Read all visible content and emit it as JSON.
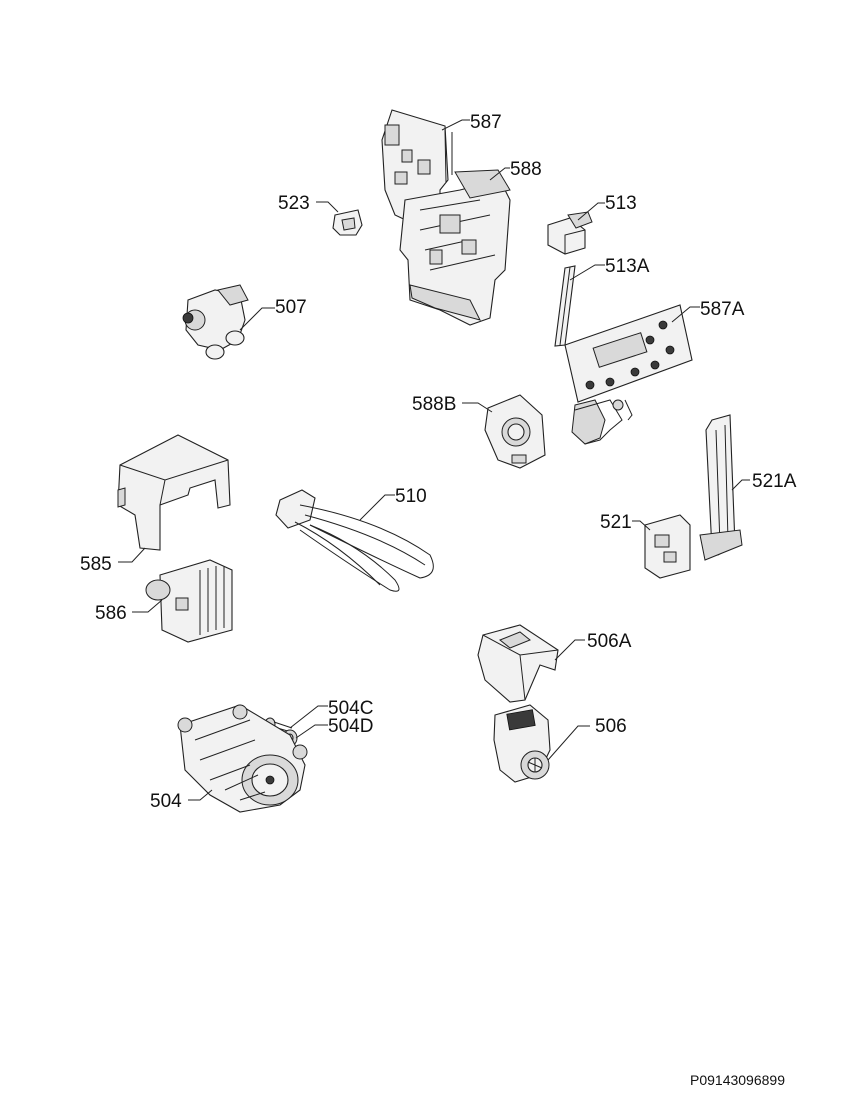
{
  "labels": {
    "p587": "587",
    "p588": "588",
    "p523": "523",
    "p513": "513",
    "p513a": "513A",
    "p507": "507",
    "p587a": "587A",
    "p588b": "588B",
    "p510": "510",
    "p521a": "521A",
    "p521": "521",
    "p585": "585",
    "p586": "586",
    "p506a": "506A",
    "p504c": "504C",
    "p504d": "504D",
    "p506": "506",
    "p504": "504"
  },
  "document_code": "P09143096899"
}
